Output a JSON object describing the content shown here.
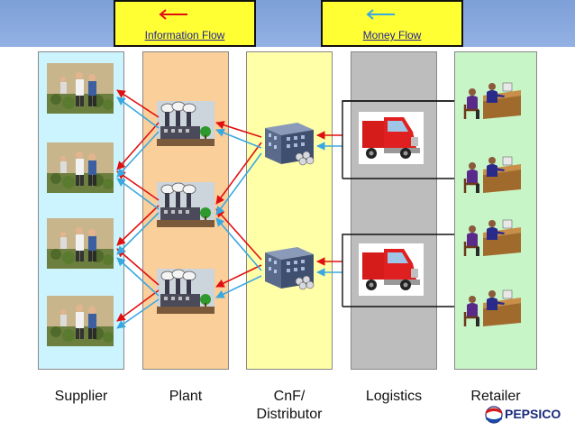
{
  "legend": {
    "information_flow": "Information Flow",
    "money_flow": "Money Flow"
  },
  "columns": [
    {
      "name": "supplier",
      "label": "Supplier",
      "color": "#ccf4ff"
    },
    {
      "name": "plant",
      "label": "Plant",
      "color": "#fbcf9a"
    },
    {
      "name": "cnf",
      "label": "CnF/ Distributor",
      "label_line1": "CnF/",
      "label_line2": "Distributor",
      "color": "#ffffa8"
    },
    {
      "name": "logistics",
      "label": "Logistics",
      "color": "#bdbdbd"
    },
    {
      "name": "retailer",
      "label": "Retailer",
      "color": "#c8f5c8"
    }
  ],
  "colors": {
    "information_arrow": "#e01010",
    "money_arrow": "#3aa8e0",
    "legend_fill": "#ffff33",
    "header_band": "#8aaae0"
  },
  "brand": {
    "logo_text": "PEPSICO"
  },
  "icons": [
    "people-photo-icon",
    "factory-icon",
    "warehouse-icon",
    "truck-icon",
    "shopkeeper-desk-icon",
    "pepsi-globe-icon"
  ]
}
